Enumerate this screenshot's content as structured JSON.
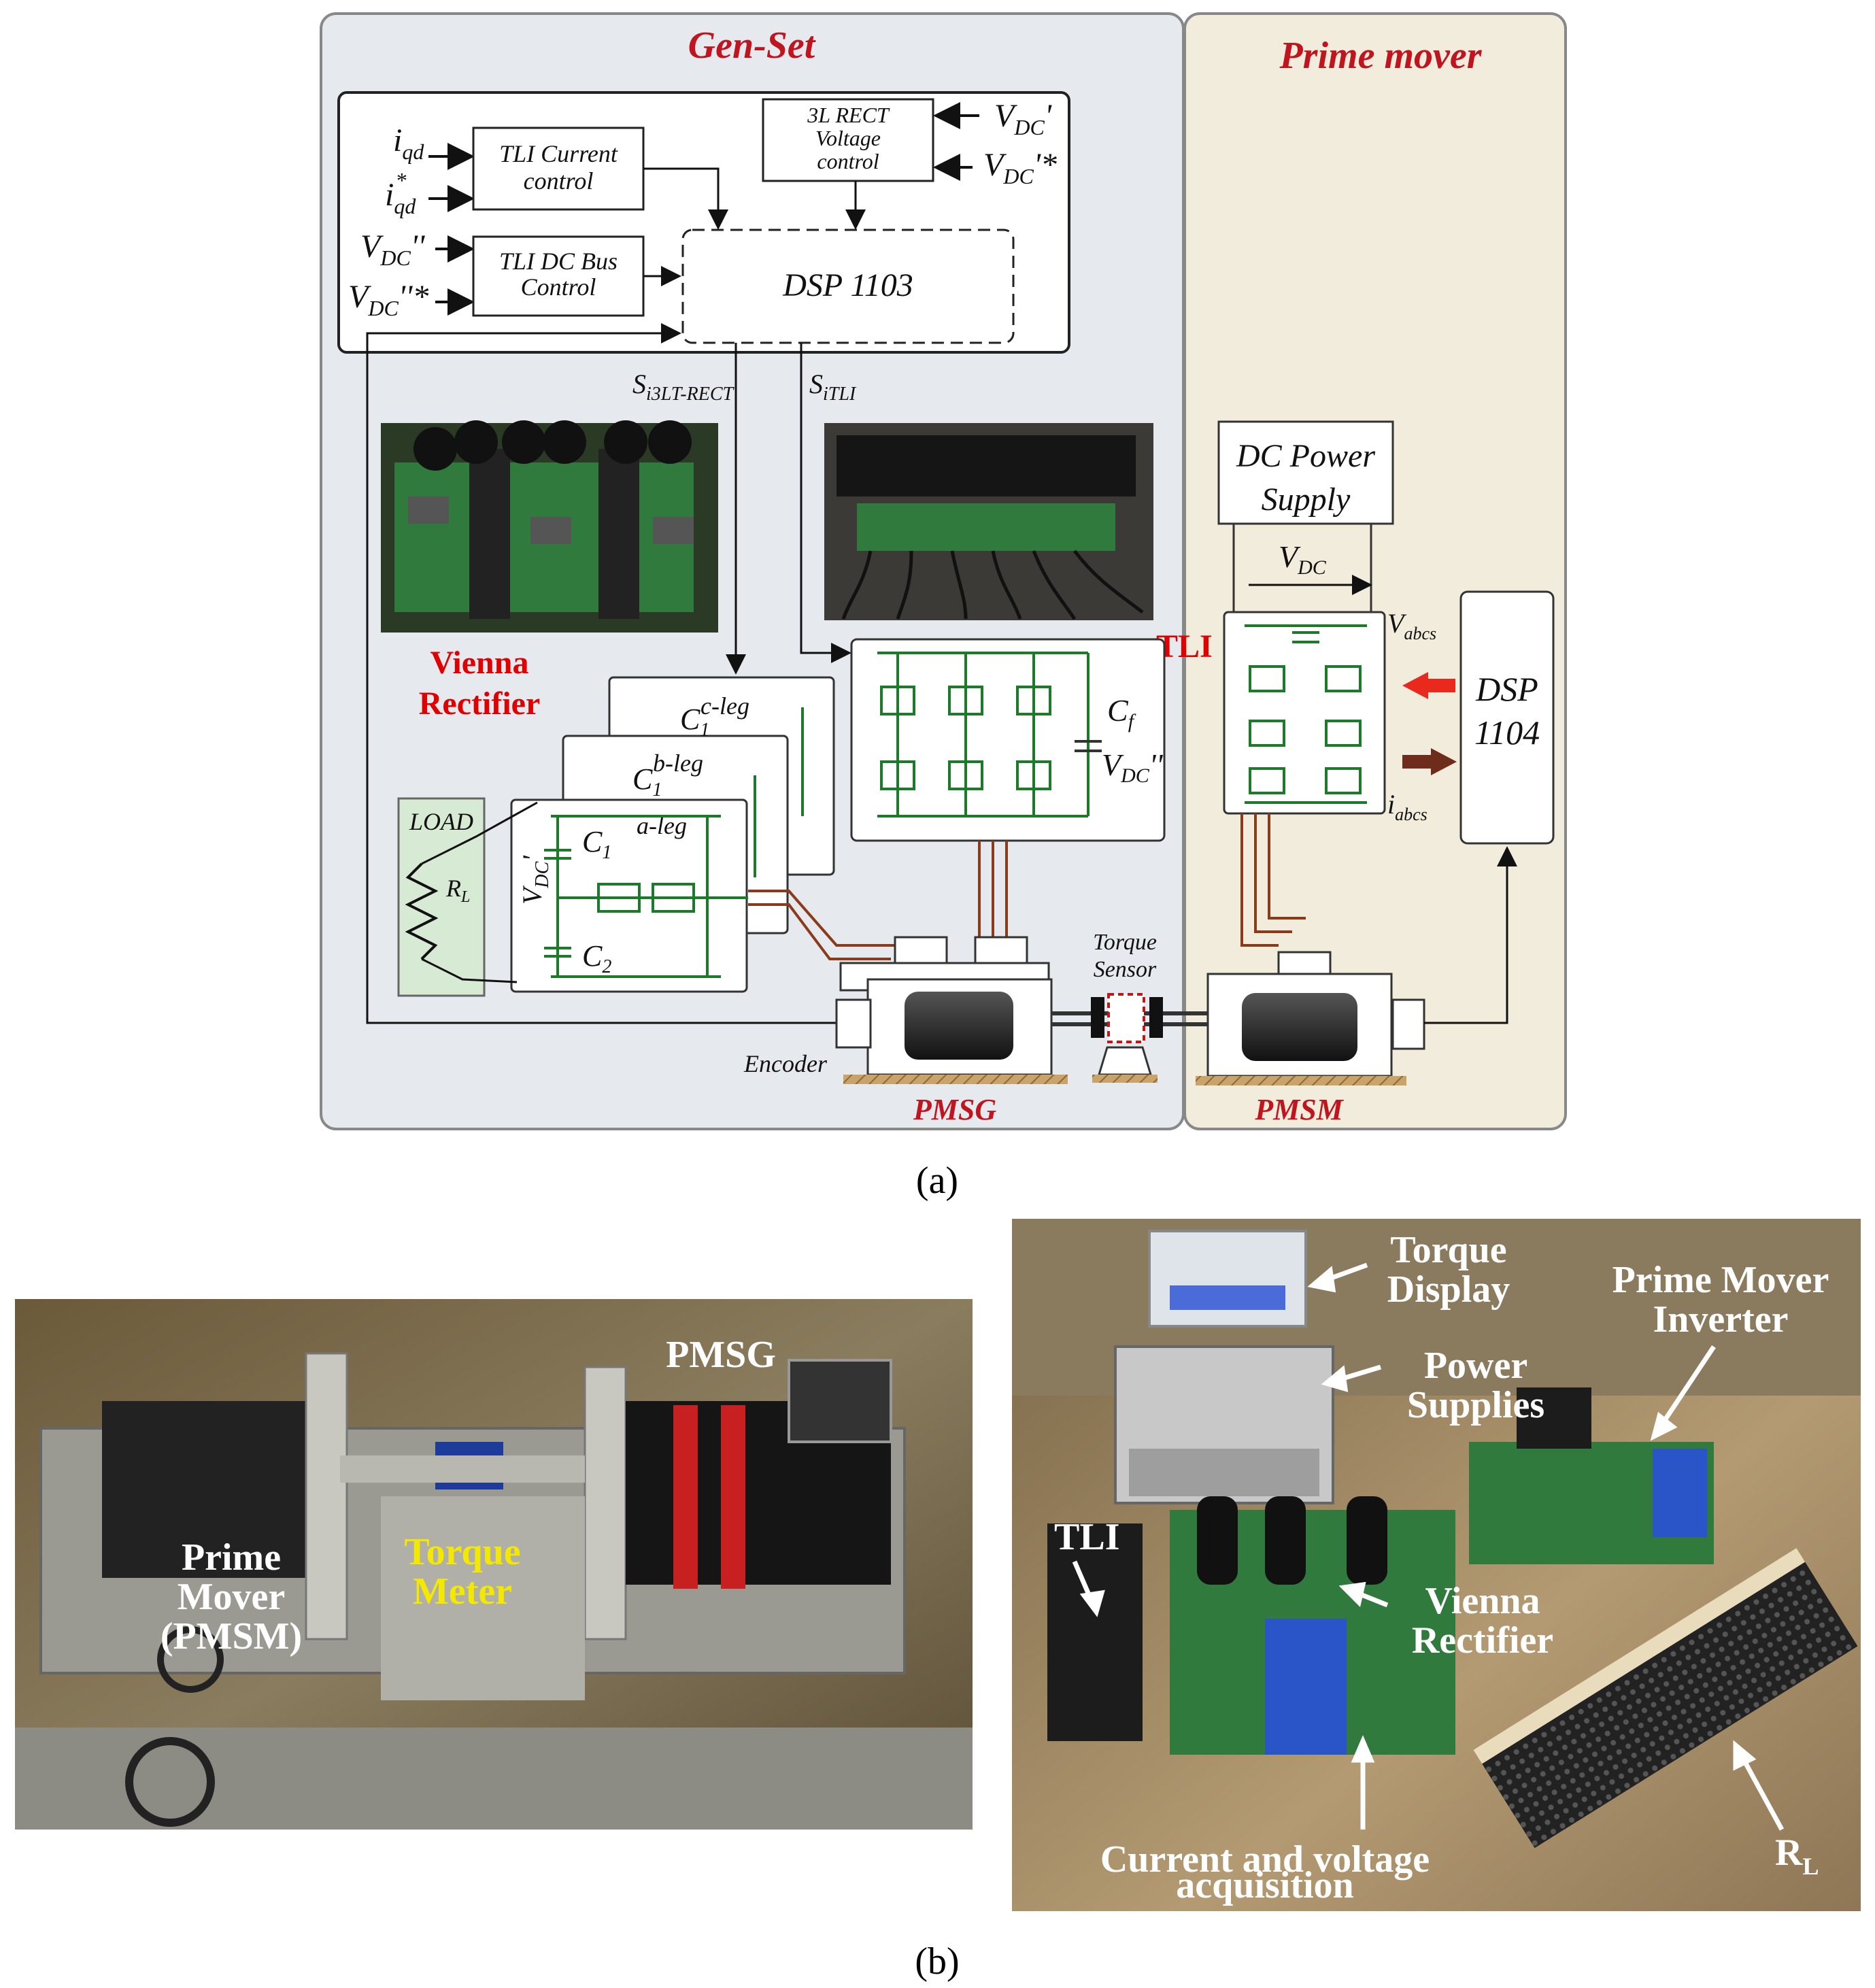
{
  "panel_a": {
    "genset_title": "Gen-Set",
    "primemover_title": "Prime mover",
    "tli_current": [
      "TLI Current",
      "control"
    ],
    "tli_dcbus": [
      "TLI DC Bus",
      "Control"
    ],
    "rect_voltage": [
      "3L RECT",
      "Voltage",
      "control"
    ],
    "dsp1103": "DSP 1103",
    "dsp1104": [
      "DSP",
      "1104"
    ],
    "dc_power_supply": [
      "DC Power",
      "Supply"
    ],
    "vienna_label": [
      "Vienna",
      "Rectifier"
    ],
    "tli_label": "TLI",
    "load_label": "LOAD",
    "torque_sensor": [
      "Torque",
      "Sensor"
    ],
    "encoder": "Encoder",
    "pmsg": "PMSG",
    "pmsm": "PMSM",
    "legs": [
      "c-leg",
      "b-leg",
      "a-leg"
    ],
    "caption": "(a)"
  },
  "panel_b": {
    "left_photo": {
      "pmsg": "PMSG",
      "prime_mover": [
        "Prime",
        "Mover",
        "(PMSM)"
      ],
      "torque_meter": [
        "Torque",
        "Meter"
      ]
    },
    "right_photo": {
      "torque_display": [
        "Torque",
        "Display"
      ],
      "power_supplies": [
        "Power",
        "Supplies"
      ],
      "pm_inverter": [
        "Prime Mover",
        "Inverter"
      ],
      "tli": "TLI",
      "vienna": [
        "Vienna",
        "Rectifier"
      ],
      "acq": [
        "Current and voltage",
        "acquisition"
      ],
      "rl": "R"
    },
    "caption": "(b)"
  },
  "colors": {
    "genset_bg": "#e6e9ee",
    "primemover_bg": "#f1ecdb",
    "title_red": "#c0141e",
    "circuit_green": "#1d7a2a",
    "wire_brown": "#8b3a1a"
  }
}
